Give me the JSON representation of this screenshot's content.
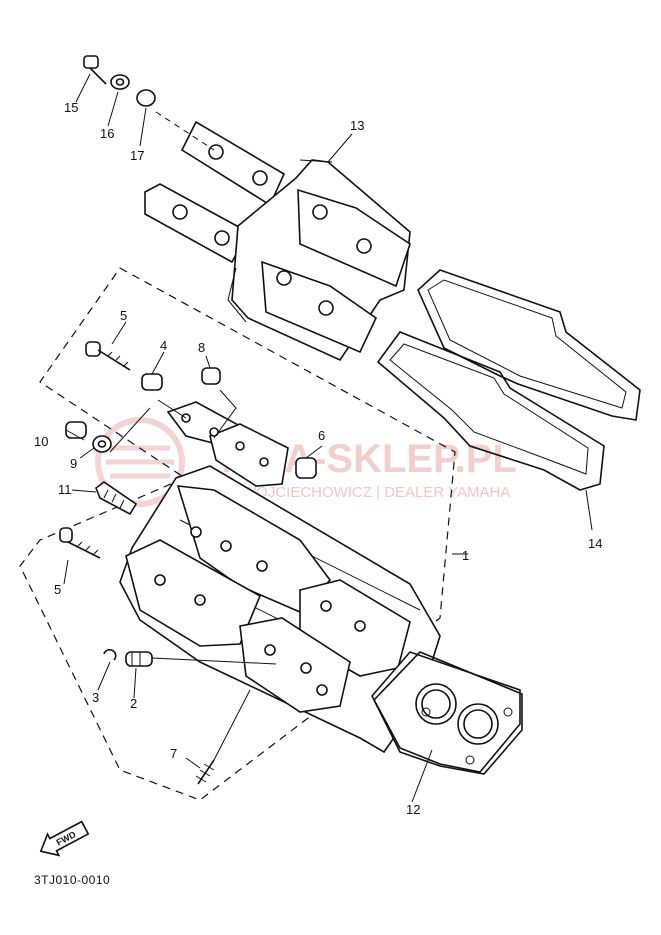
{
  "diagram": {
    "callouts": [
      "1",
      "2",
      "3",
      "4",
      "5",
      "5",
      "6",
      "7",
      "8",
      "9",
      "10",
      "11",
      "12",
      "13",
      "14",
      "15",
      "16",
      "17"
    ],
    "reference_code": "3TJ010-0010",
    "direction_marker": "FWD",
    "watermark": {
      "brand": "AMA-SKLEP.PL",
      "dealer": "WOJCIECHOWICZ | DEALER YAMAHA"
    }
  }
}
